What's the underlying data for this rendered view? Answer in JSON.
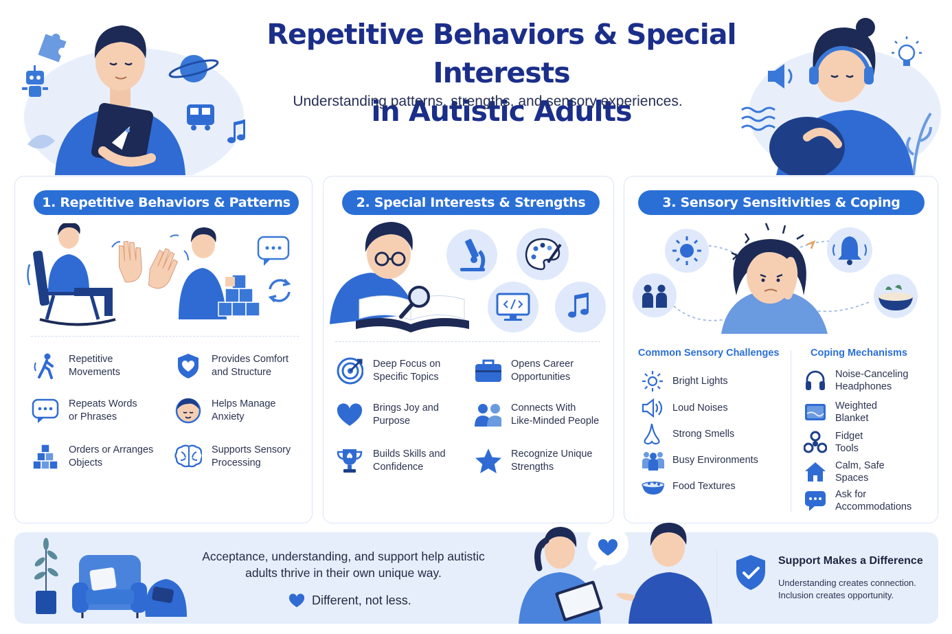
{
  "header": {
    "title_line1": "Repetitive Behaviors & Special Interests",
    "title_line2": "in Autistic Adults",
    "subtitle": "Understanding patterns, strengths, and sensory experiences."
  },
  "panels": [
    {
      "title": "1. Repetitive Behaviors & Patterns",
      "items": [
        {
          "icon": "walking-person-icon",
          "label": "Repetitive\nMovements"
        },
        {
          "icon": "shield-heart-icon",
          "label": "Provides Comfort\nand Structure"
        },
        {
          "icon": "speech-bubble-icon",
          "label": "Repeats Words\nor Phrases"
        },
        {
          "icon": "calm-face-icon",
          "label": "Helps Manage\nAnxiety"
        },
        {
          "icon": "stacked-blocks-icon",
          "label": "Orders or Arranges\nObjects"
        },
        {
          "icon": "brain-icon",
          "label": "Supports Sensory\nProcessing"
        }
      ]
    },
    {
      "title": "2. Special Interests & Strengths",
      "items": [
        {
          "icon": "target-icon",
          "label": "Deep Focus on\nSpecific Topics"
        },
        {
          "icon": "briefcase-icon",
          "label": "Opens Career\nOpportunities"
        },
        {
          "icon": "heart-icon",
          "label": "Brings Joy and\nPurpose"
        },
        {
          "icon": "people-icon",
          "label": "Connects With\nLike-Minded People"
        },
        {
          "icon": "trophy-icon",
          "label": "Builds Skills and\nConfidence"
        },
        {
          "icon": "star-icon",
          "label": "Recognize Unique\nStrengths"
        }
      ]
    },
    {
      "title": "3. Sensory Sensitivities & Coping",
      "challenges_title": "Common Sensory Challenges",
      "challenges": [
        {
          "icon": "sun-icon",
          "label": "Bright Lights"
        },
        {
          "icon": "speaker-icon",
          "label": "Loud Noises"
        },
        {
          "icon": "nose-icon",
          "label": "Strong Smells"
        },
        {
          "icon": "crowd-icon",
          "label": "Busy Environments"
        },
        {
          "icon": "food-bowl-icon",
          "label": "Food Textures"
        }
      ],
      "coping_title": "Coping Mechanisms",
      "coping": [
        {
          "icon": "headphones-icon",
          "label": "Noise-Canceling\nHeadphones"
        },
        {
          "icon": "blanket-icon",
          "label": "Weighted\nBlanket"
        },
        {
          "icon": "fidget-spinner-icon",
          "label": "Fidget\nTools"
        },
        {
          "icon": "home-icon",
          "label": "Calm, Safe\nSpaces"
        },
        {
          "icon": "chat-icon",
          "label": "Ask for\nAccommodations"
        }
      ]
    }
  ],
  "footer": {
    "message": "Acceptance, understanding, and support help autistic adults thrive in their own unique way.",
    "tagline": "Different, not less.",
    "support_title": "Support Makes a Difference",
    "support_sub": "Understanding creates connection.\nInclusion creates opportunity."
  },
  "colors": {
    "primary": "#2a6fd6",
    "title": "#1b2e8a",
    "light": "#e6eefb",
    "dark_blue": "#1e4fa8"
  }
}
